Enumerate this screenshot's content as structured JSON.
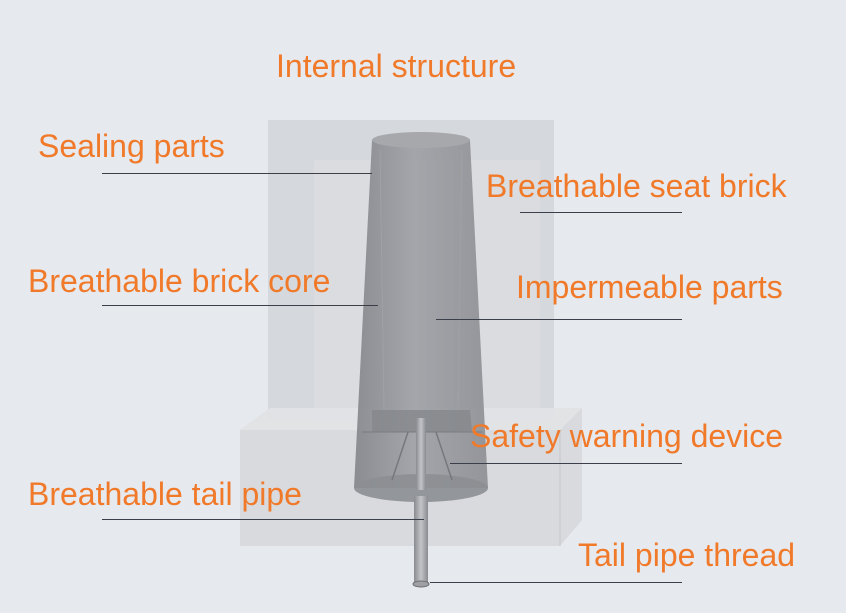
{
  "diagram": {
    "title": "Internal structure",
    "labels": {
      "sealing_parts": "Sealing parts",
      "breathable_seat_brick": "Breathable seat brick",
      "breathable_brick_core": "Breathable brick core",
      "impermeable_parts": "Impermeable parts",
      "safety_warning_device": "Safety warning device",
      "breathable_tail_pipe": "Breathable tail pipe",
      "tail_pipe_thread": "Tail pipe thread"
    },
    "colors": {
      "label": "#f07a2a",
      "background": "#e6e9ee",
      "leader_line": "#3a3f4a"
    }
  }
}
